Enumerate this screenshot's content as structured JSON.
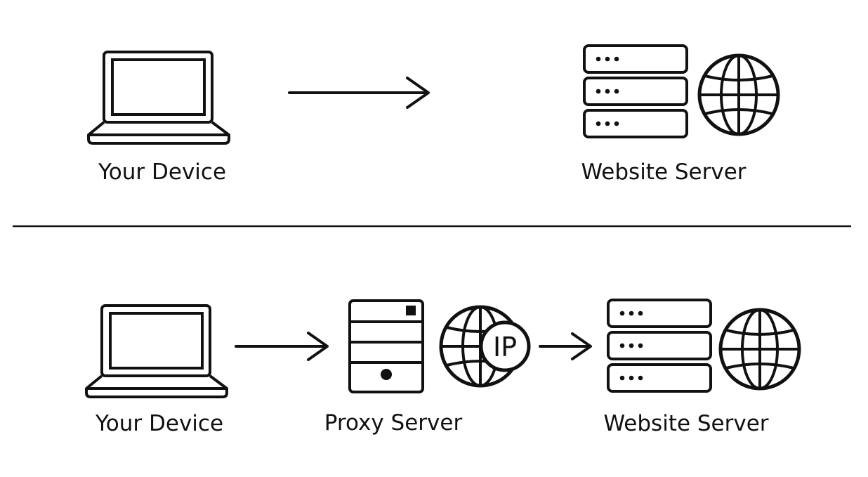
{
  "top_row": {
    "device_label": "Your Device",
    "server_label": "Website Server"
  },
  "bottom_row": {
    "device_label": "Your Device",
    "proxy_label": "Proxy Server",
    "proxy_badge_text": "IP",
    "server_label": "Website Server"
  },
  "colors": {
    "stroke": "#111111",
    "background": "#ffffff"
  },
  "icons": [
    "laptop-icon",
    "server-rack-icon",
    "globe-icon",
    "proxy-server-icon",
    "ip-badge-icon",
    "arrow-right-icon"
  ]
}
